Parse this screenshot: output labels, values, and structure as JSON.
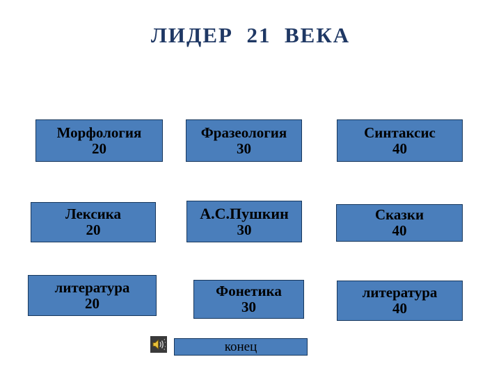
{
  "slide": {
    "title": "ЛИДЕР  21  ВЕКА",
    "background_color": "#ffffff",
    "title_color": "#1f3864",
    "tile_fill_color": "#4a7ebb",
    "tile_border_color": "#16365c",
    "tile_text_color": "#000000"
  },
  "tiles": [
    {
      "label": "Морфология",
      "points": "20"
    },
    {
      "label": "Фразеология",
      "points": "30"
    },
    {
      "label": "Синтаксис",
      "points": "40"
    },
    {
      "label": "Лексика",
      "points": "20"
    },
    {
      "label": "А.С.Пушкин",
      "points": "30"
    },
    {
      "label": "Сказки",
      "points": "40"
    },
    {
      "label": "литература",
      "points": "20"
    },
    {
      "label": "Фонетика",
      "points": "30"
    },
    {
      "label": "литература",
      "points": "40"
    }
  ],
  "footer": {
    "sound_icon": "speaker-sound-icon",
    "end_label": "конец"
  }
}
